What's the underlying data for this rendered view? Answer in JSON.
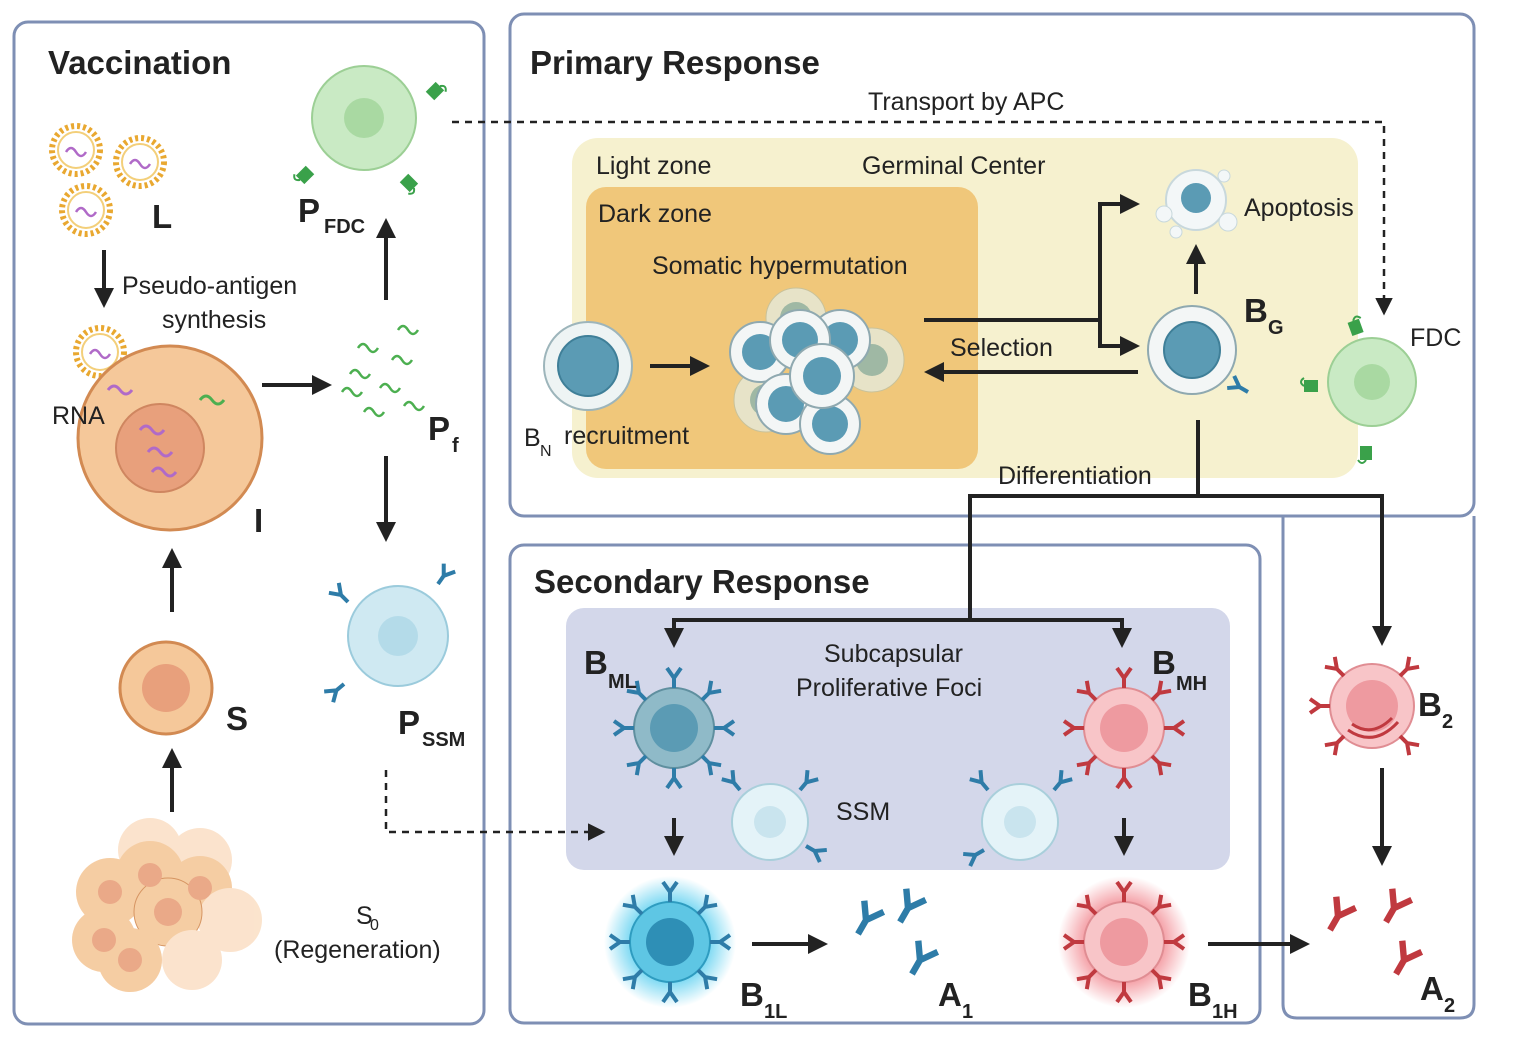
{
  "panels": {
    "vaccination": "Vaccination",
    "primary": "Primary Response",
    "secondary": "Secondary Response"
  },
  "zones": {
    "light_zone": "Light zone",
    "germinal_center": "Germinal Center",
    "dark_zone": "Dark zone",
    "somatic_hypermutation": "Somatic hypermutation",
    "subcapsular_line1": "Subcapsular",
    "subcapsular_line2": "Proliferative Foci"
  },
  "process_labels": {
    "pseudo_antigen_1": "Pseudo-antigen",
    "pseudo_antigen_2": "synthesis",
    "rna": "RNA",
    "transport": "Transport by APC",
    "apoptosis": "Apoptosis",
    "selection": "Selection",
    "recruitment": "recruitment",
    "differentiation": "Differentiation",
    "fdc": "FDC",
    "ssm": "SSM",
    "regeneration": "(Regeneration)"
  },
  "symbols": {
    "L": "L",
    "I": "I",
    "S": "S",
    "S0": {
      "main": "S",
      "sub": "0"
    },
    "P_FDC": {
      "main": "P",
      "sub": "FDC"
    },
    "P_f": {
      "main": "P",
      "sub": "f"
    },
    "P_SSM": {
      "main": "P",
      "sub": "SSM"
    },
    "B_N": {
      "main": "B",
      "sub": "N"
    },
    "B_G": {
      "main": "B",
      "sub": "G"
    },
    "B_ML": {
      "main": "B",
      "sub": "ML"
    },
    "B_MH": {
      "main": "B",
      "sub": "MH"
    },
    "B_2": {
      "main": "B",
      "sub": "2"
    },
    "B_1L": {
      "main": "B",
      "sub": "1L"
    },
    "B_1H": {
      "main": "B",
      "sub": "1H"
    },
    "A_1": {
      "main": "A",
      "sub": "1"
    },
    "A_2": {
      "main": "A",
      "sub": "2"
    }
  },
  "colors": {
    "panel_border": "#7e8fb4",
    "germinal_center_bg": "#f6f1cf",
    "dark_zone_bg": "#f0c77a",
    "secondary_foci_bg": "#d3d7ea",
    "lipid": "#e9a830",
    "rna": "#b06ac8",
    "pseudo_antigen": "#4caf50",
    "host_cell": "#f5c89a",
    "b_cell_blue": "#5b9bb4",
    "b_cell_red": "#e8777f",
    "antibody_blue": "#2e7ca8",
    "antibody_red": "#c0393f",
    "fdc": "#c9eac4",
    "ssm": "#cfe9f2"
  }
}
